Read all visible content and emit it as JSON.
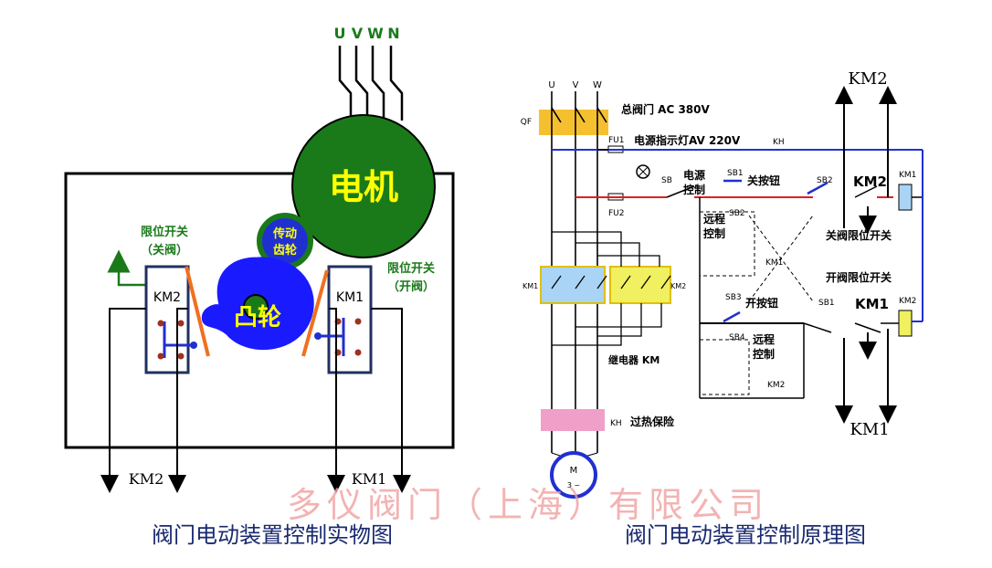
{
  "colors": {
    "motor": "#1a7a1a",
    "cam": "#1a1aff",
    "orange": "#f07020",
    "green_text": "#1a7a1a",
    "yellow_text": "#ffff00",
    "qf_fill": "#f5c030",
    "contactor_blue": "#aad4f5",
    "contactor_yellow": "#f0f060",
    "kh_fill": "#f0a0c8",
    "live_red": "#e02020",
    "control_blue": "#2030d0",
    "watermark": "#f0a0a0"
  },
  "left": {
    "supply_labels": [
      "U",
      "V",
      "W",
      "N"
    ],
    "motor_label": "电机",
    "gear_label_1": "传动",
    "gear_label_2": "齿轮",
    "cam_label": "凸轮",
    "left_switch_title": "限位开关",
    "left_switch_sub": "（关阀）",
    "right_switch_title": "限位开关",
    "right_switch_sub": "（开阀）",
    "left_box_label": "KM2",
    "right_box_label": "KM1",
    "out_left": "KM2",
    "out_right": "KM1",
    "caption": "阀门电动装置控制实物图"
  },
  "right": {
    "phase_u": "U",
    "phase_v": "V",
    "phase_w": "W",
    "qf": "QF",
    "main_valve": "总阀门 AC 380V",
    "fu1": "FU1",
    "fu2": "FU2",
    "indicator": "电源指示灯AV 220V",
    "kh_top": "KH",
    "sb": "SB",
    "power_ctrl_1": "电源",
    "power_ctrl_2": "控制",
    "sb1": "SB1",
    "close_btn": "关按钮",
    "sb2": "SB2",
    "km2_contact": "KM2",
    "km1_coil": "KM1",
    "km2_top": "KM2",
    "remote_1a": "远程",
    "remote_1b": "控制",
    "sb2b": "SB2",
    "km1_mid": "KM1",
    "close_limit": "关阀限位开关",
    "open_limit": "开阀限位开关",
    "sb3": "SB3",
    "open_btn": "开按钮",
    "sb1b": "SB1",
    "km1_contact": "KM1",
    "km2_coil": "KM2",
    "sb4": "SB4",
    "remote_2a": "远程",
    "remote_2b": "控制",
    "km2_low": "KM2",
    "km1_left": "KM1",
    "km2_right": "KM2",
    "relay": "继电器 KM",
    "kh": "KH",
    "overheat": "过热保险",
    "motor_m": "M",
    "motor_3": "3 ~",
    "km1_bottom": "KM1",
    "caption": "阀门电动装置控制原理图"
  },
  "watermark": "多仪阀门（上海）有限公司"
}
